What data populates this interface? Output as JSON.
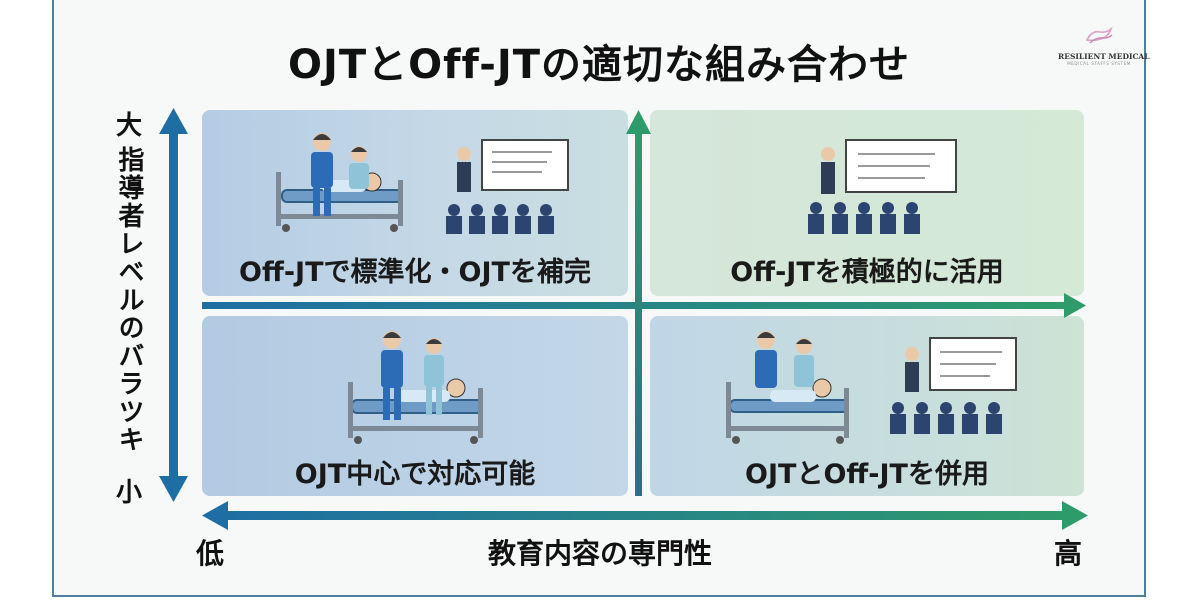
{
  "title": "OJTとOff-JTの適切な組み合わせ",
  "logo": {
    "name": "RESILIENT MEDICAL",
    "tagline": "MEDICAL STAFFS SYSTEM",
    "color": "#d9a0c8"
  },
  "y_axis": {
    "high": "大",
    "label": "指導者レベルのバラツキ",
    "low": "小"
  },
  "x_axis": {
    "low": "低",
    "label": "教育内容の専門性",
    "high": "高"
  },
  "quadrants": {
    "top_left": {
      "label": "Off-JTで標準化・OJTを補完",
      "illustration": "bedside-care-and-lecture"
    },
    "top_right": {
      "label": "Off-JTを積極的に活用",
      "illustration": "lecture"
    },
    "bottom_left": {
      "label": "OJT中心で対応可能",
      "illustration": "bedside-care"
    },
    "bottom_right": {
      "label": "OJTとOff-JTを併用",
      "illustration": "bedside-care-and-lecture"
    }
  },
  "colors": {
    "blue_axis": "#1f6ea3",
    "green_axis": "#2e9b6a",
    "quadrant_blue": "#b4cce4",
    "quadrant_green": "#d4e9d6"
  }
}
